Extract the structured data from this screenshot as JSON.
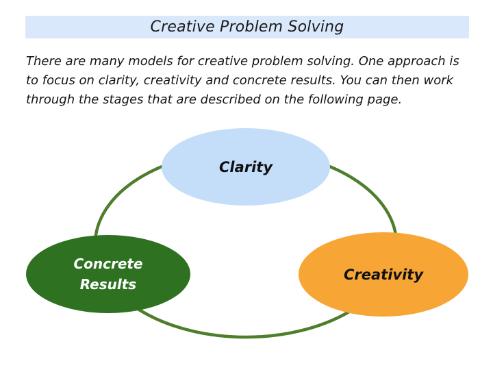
{
  "page": {
    "title": "Creative Problem Solving",
    "intro_lines": [
      "There are many models for creative problem solving. One approach is",
      "to focus on clarity, creativity and concrete results. You can then work",
      "through the stages that are described on the following page."
    ]
  },
  "diagram": {
    "ring": {
      "color": "#4d7e2b"
    },
    "nodes": {
      "clarity": {
        "label": "Clarity",
        "fill": "#c4defa",
        "text_color": "#111111"
      },
      "creativity": {
        "label": "Creativity",
        "fill": "#f7a636",
        "text_color": "#111111"
      },
      "concrete": {
        "label_line1": "Concrete",
        "label_line2": "Results",
        "fill": "#2e7221",
        "text_color": "#ffffff"
      }
    }
  },
  "colors": {
    "title_bar_bg": "#d9e9fb"
  }
}
